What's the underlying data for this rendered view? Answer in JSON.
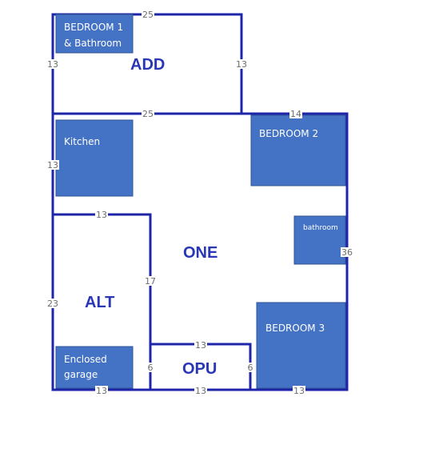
{
  "rooms": {
    "bedroom1_line1": "BEDROOM 1",
    "bedroom1_line2": "& Bathroom",
    "kitchen": "Kitchen",
    "bedroom2": "BEDROOM 2",
    "bathroom": "bathroom",
    "bedroom3": "BEDROOM 3",
    "garage_line1": "Enclosed",
    "garage_line2": "garage"
  },
  "zones": {
    "add": "ADD",
    "one": "ONE",
    "alt": "ALT",
    "opu": "OPU"
  },
  "dimensions": {
    "add_top": "25",
    "add_left": "13",
    "add_right": "13",
    "add_bottom": "25",
    "main_top_right": "14",
    "kitchen_left": "13",
    "alt_top": "13",
    "alt_right": "17",
    "alt_left": "23",
    "right_side": "36",
    "opu_top": "13",
    "opu_left": "6",
    "opu_right": "6",
    "bottom_left": "13",
    "bottom_middle": "13",
    "bottom_right": "13"
  },
  "colors": {
    "wall": "#1f25a8",
    "room_fill": "#4472c4",
    "zone_text": "#2a37b5",
    "dimension_text": "#6d6d6d"
  }
}
